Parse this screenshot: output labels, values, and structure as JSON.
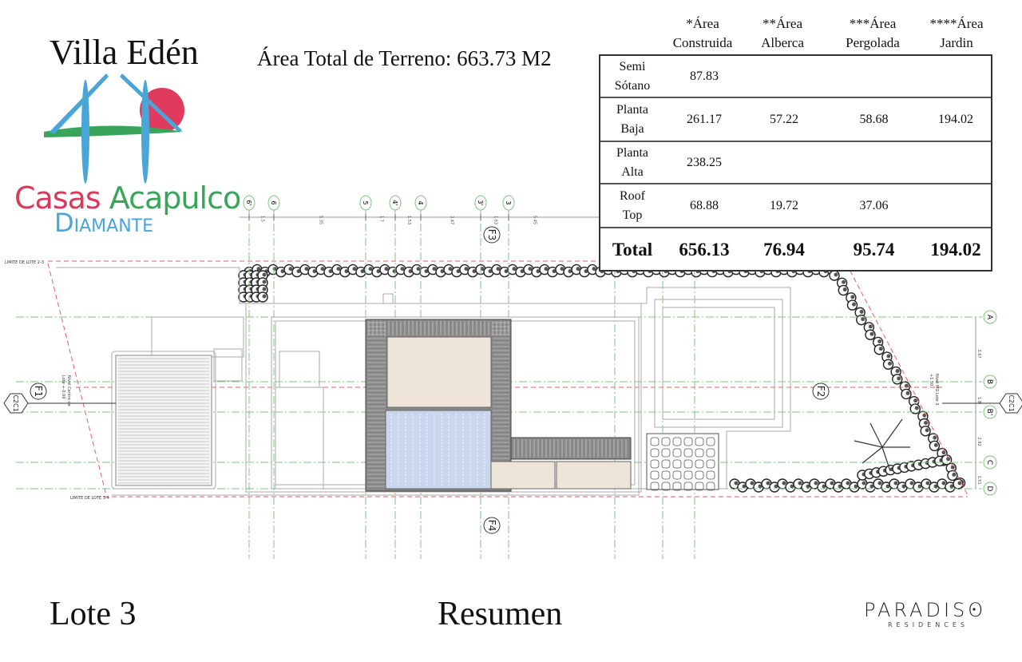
{
  "header": {
    "project_title": "Villa Edén",
    "total_area_label": "Área Total de Terreno: 663.73 M2"
  },
  "logo": {
    "brand_line1_a": "Casas",
    "brand_line1_b": "Acapulco",
    "brand_line2": "Diamante",
    "colors": {
      "red": "#d63a5c",
      "green": "#3aa55a",
      "blue": "#4aa6d6"
    }
  },
  "table": {
    "columns": [
      "*Área Construida",
      "**Área Alberca",
      "***Área Pergolada",
      "****Área Jardin"
    ],
    "columns_split": [
      [
        "*Área",
        "Construida"
      ],
      [
        "**Área",
        "Alberca"
      ],
      [
        "***Área",
        "Pergolada"
      ],
      [
        "****Área",
        "Jardin"
      ]
    ],
    "rows": [
      {
        "label": [
          "Semi",
          "Sótano"
        ],
        "values": [
          "87.83",
          "",
          "",
          ""
        ]
      },
      {
        "label": [
          "Planta",
          "Baja"
        ],
        "values": [
          "261.17",
          "57.22",
          "58.68",
          "194.02"
        ]
      },
      {
        "label": [
          "Planta",
          "Alta"
        ],
        "values": [
          "238.25",
          "",
          "",
          ""
        ]
      },
      {
        "label": [
          "Roof",
          "Top"
        ],
        "values": [
          "68.88",
          "19.72",
          "37.06",
          ""
        ]
      }
    ],
    "total": {
      "label": "Total",
      "values": [
        "656.13",
        "76.94",
        "95.74",
        "194.02"
      ]
    }
  },
  "plan": {
    "grid_columns": [
      "6'",
      "6",
      "5",
      "4'",
      "4",
      "3'",
      "3"
    ],
    "column_dims": [
      "1.5",
      "5.35",
      "1.7",
      "1.53",
      "3.47",
      "1.63",
      "5.45"
    ],
    "grid_rows": [
      "A",
      "B",
      "B'",
      "C",
      "D"
    ],
    "row_dims": [
      "3.67",
      "1.8",
      "2.92",
      "1.51"
    ],
    "sections": [
      "F1",
      "F2",
      "F3",
      "F4"
    ],
    "cut_label": "C2C1",
    "lot_limit_top": "LIMITE DE LOTE 2-3",
    "lot_limit_bottom": "LIMITE DE LOTE 3-4",
    "level_left": [
      "Nivel Centro de",
      "Lote +-0.00"
    ],
    "level_right": [
      "Nivel MG Lote 3",
      "+1.50"
    ],
    "colors": {
      "grid": "#7fc47f",
      "lot_line": "#e06060",
      "pool": "#c9d6ee",
      "room": "#efe4d8"
    }
  },
  "footer": {
    "lot": "Lote 3",
    "sheet": "Resumen",
    "developer": "PARADISO",
    "developer_sub": "RESIDENCES"
  }
}
